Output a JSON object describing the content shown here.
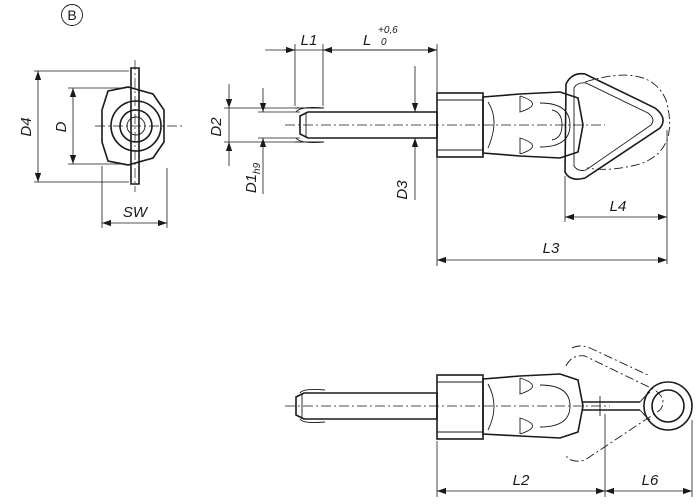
{
  "view_badge": "B",
  "labels": {
    "D4": "D4",
    "D": "D",
    "SW": "SW",
    "L1": "L1",
    "L": "L",
    "L_tol_upper": "+0,6",
    "L_tol_lower": "0",
    "D2": "D2",
    "D1": "D1",
    "D1_fit": "h9",
    "D3": "D3",
    "L4": "L4",
    "L3": "L3",
    "L2": "L2",
    "L6": "L6"
  },
  "colors": {
    "line": "#1a1a1a",
    "background": "#ffffff"
  }
}
